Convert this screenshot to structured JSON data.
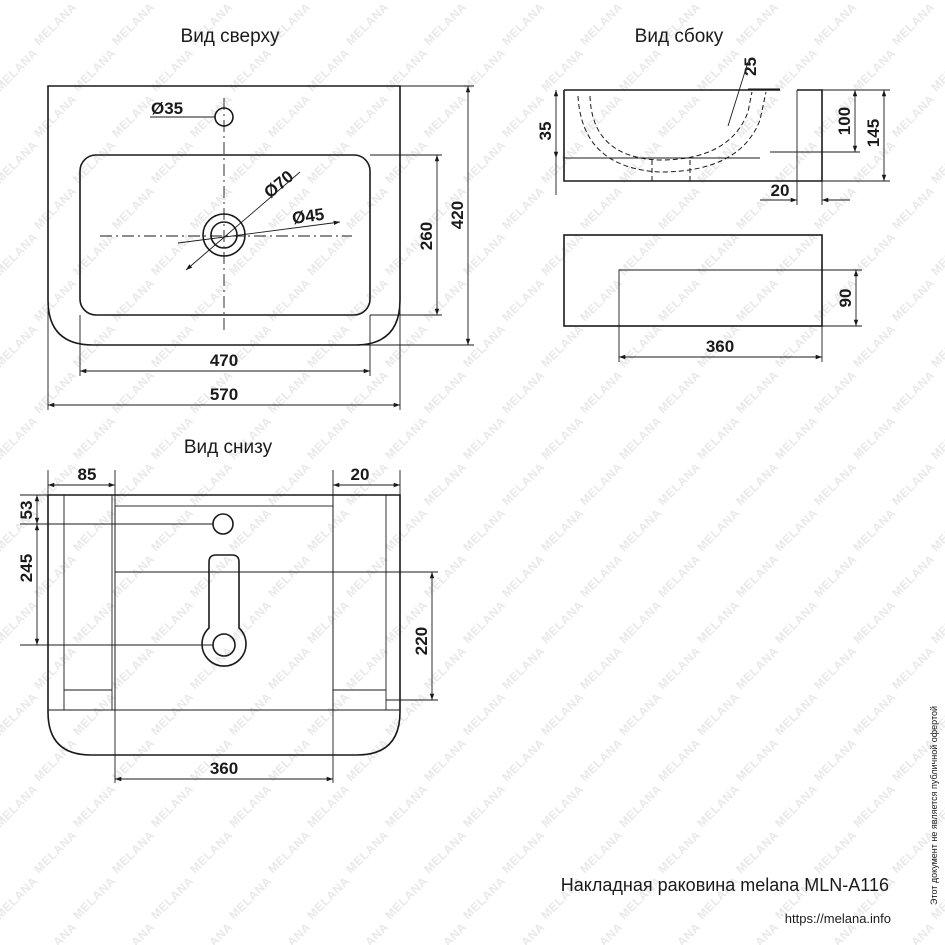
{
  "views": {
    "top": "Вид сверху",
    "side": "Вид сбоку",
    "bottom": "Вид снизу"
  },
  "dimensions": {
    "top": {
      "tap_hole": "Ø35",
      "drain_outer": "Ø70",
      "drain_inner": "Ø45",
      "bowl_depth": "260",
      "overall_depth": "420",
      "bowl_width": "470",
      "overall_width": "570"
    },
    "side": {
      "slope": "25",
      "bowl_edge": "35",
      "inner_height": "100",
      "overall_height": "145",
      "wall": "20",
      "base_height": "90",
      "base_width": "360"
    },
    "bottom": {
      "left_offset": "85",
      "right_offset": "20",
      "hole_offset": "53",
      "drain_offset": "245",
      "slot_length": "220",
      "base_width": "360"
    }
  },
  "footer": {
    "product_name": "Накладная раковина melana MLN-A116",
    "url": "https://melana.info",
    "disclaimer": "Этот документ не является публичной офертой"
  },
  "watermark": {
    "text": "MELANA"
  }
}
